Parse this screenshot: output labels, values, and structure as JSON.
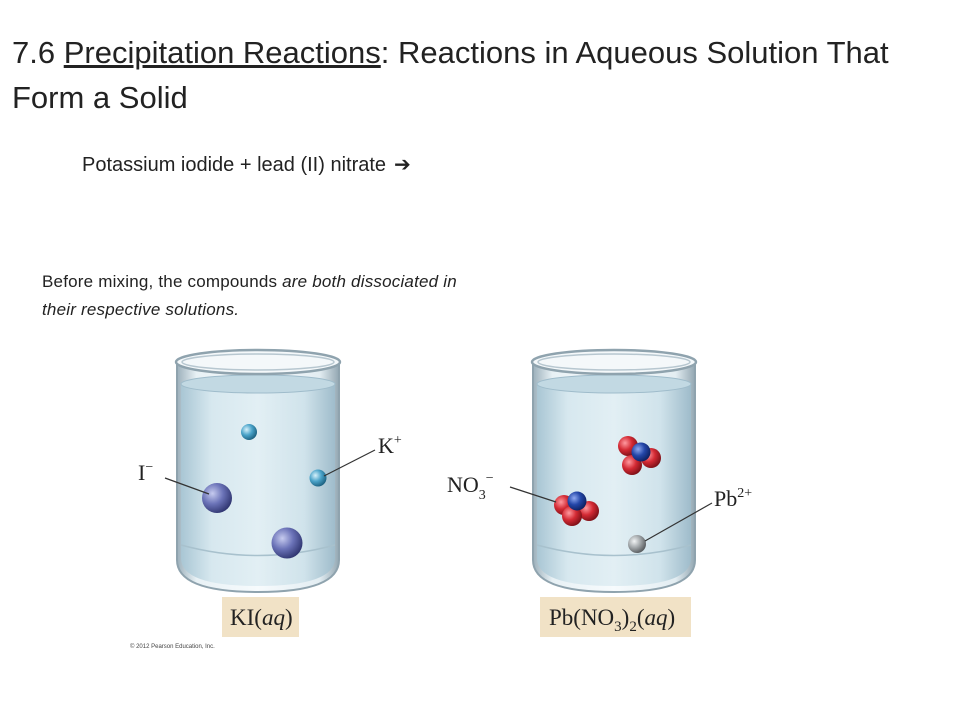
{
  "slide": {
    "title_prefix": "7.6 ",
    "title_underlined": "Precipitation Reactions",
    "title_suffix": ": Reactions in Aqueous Solution That Form a Solid",
    "equation": "Potassium iodide  + lead (II) nitrate",
    "equation_arrow": "➔",
    "caption_normal": "Before mixing, the compounds ",
    "caption_italic": "are both dissociated in their respective solutions."
  },
  "figure": {
    "beaker_left": {
      "label_main": "KI(",
      "label_italic": "aq",
      "label_close": ")",
      "ion_anion": "I",
      "ion_anion_charge": "−",
      "ion_cation": "K",
      "ion_cation_charge": "+"
    },
    "beaker_right": {
      "label_main": "Pb(NO",
      "label_sub": "3",
      "label_mid": ")",
      "label_sub2": "2",
      "label_paren": "(",
      "label_italic": "aq",
      "label_close": ")",
      "ion_anion": "NO",
      "ion_anion_sub": "3",
      "ion_anion_charge": "−",
      "ion_cation": "Pb",
      "ion_cation_charge": "2+"
    },
    "copyright": "© 2012 Pearson Education, Inc."
  },
  "colors": {
    "water": "#cfe3ec",
    "glass_rim": "#9fb2bd",
    "label_box": "#f1e2c6",
    "iodide": "#5b63a6",
    "potassium": "#4aa3c9",
    "oxygen": "#d42a34",
    "nitrogen": "#2346a8",
    "lead": "#9ea3a6"
  }
}
